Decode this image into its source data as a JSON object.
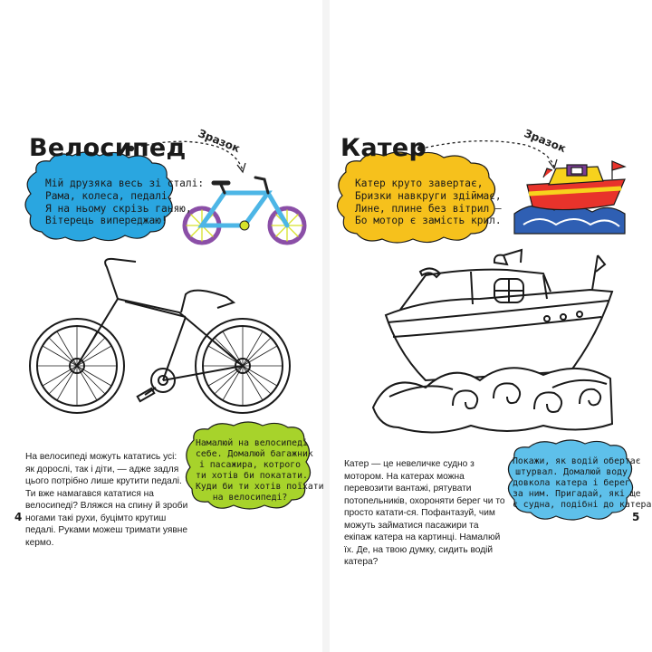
{
  "left_page": {
    "title": "Велосипед",
    "sample_label": "Зразок",
    "poem": "Мій друзяка весь зі сталі:\nРама, колеса, педалі.\nЯ на ньому скрізь ганяю,\nВітерець випереджаю!",
    "body": "На велосипеді можуть кататись усі: як дорослі, так і діти, — адже задля цього потрібно лише крутити педалі. Ти вже намагався кататися на велосипеді? Вляжся на спину й зроби ногами такі рухи, буцімто крутиш педалі. Руками можеш тримати уявне кермо.",
    "task": "Намалюй на велосипеді\nсебе. Домалюй багажник\nі пасажира, котрого\nти хотів би покатати.\nКуди би ти хотів поїхати\nна велосипеді?",
    "page_number": "4"
  },
  "right_page": {
    "title": "Катер",
    "sample_label": "Зразок",
    "poem": "Катер круто завертає,\nБризки навкруги здіймає,\nЛине, плине без вітрил –\nБо мотор є замість крил.",
    "body": "Катер — це невеличке судно з мотором. На катерах можна перевозити вантажі, рятувати потопельників, охороняти берег чи то просто катати-ся. Пофантазуй, чим можуть займатися пасажири та екіпаж катера на картинці. Намалюй їх. Де, на твою думку, сидить водій катера?",
    "task": "Покажи, як водій обертає\nштурвал. Домалюй воду\nдовкола катера і берег\nза ним. Пригадай, які ще\nє судна, подібні до катера?",
    "page_number": "5"
  },
  "colors": {
    "cloud_blue": "#2aa6e0",
    "cloud_yellow": "#f6c11c",
    "cloud_green": "#a7d32b",
    "cloud_lightblue": "#5ec0ea",
    "bike_frame": "#4db6e6",
    "bike_accent": "#d7e22a",
    "bike_wheel": "#8b4fa7",
    "boat_red": "#e8332b",
    "boat_yellow": "#f7d21d",
    "boat_purple": "#7b3c93",
    "wave_blue": "#2f5fb3"
  }
}
